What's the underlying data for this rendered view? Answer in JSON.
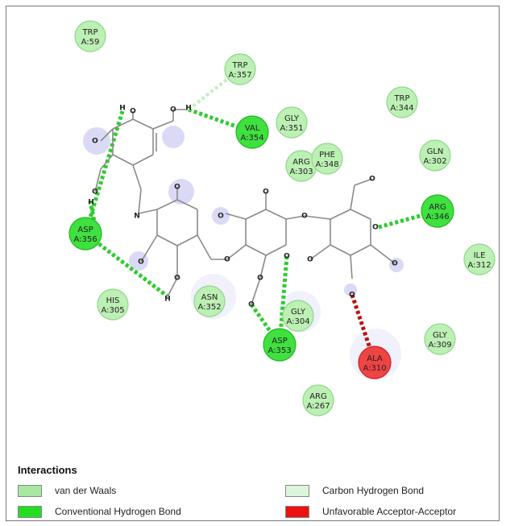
{
  "residues": [
    {
      "id": "trp59",
      "name": "TRP",
      "chain": "A:59",
      "type": "vdw"
    },
    {
      "id": "trp357",
      "name": "TRP",
      "chain": "A:357",
      "type": "vdw"
    },
    {
      "id": "trp344",
      "name": "TRP",
      "chain": "A:344",
      "type": "vdw"
    },
    {
      "id": "val354",
      "name": "VAL",
      "chain": "A:354",
      "type": "hbond"
    },
    {
      "id": "gly351",
      "name": "GLY",
      "chain": "A:351",
      "type": "vdw"
    },
    {
      "id": "arg303",
      "name": "ARG",
      "chain": "A:303",
      "type": "vdw"
    },
    {
      "id": "phe348",
      "name": "PHE",
      "chain": "A:348",
      "type": "vdw"
    },
    {
      "id": "gln302",
      "name": "GLN",
      "chain": "A:302",
      "type": "vdw"
    },
    {
      "id": "arg346",
      "name": "ARG",
      "chain": "A:346",
      "type": "hbond"
    },
    {
      "id": "ile312",
      "name": "ILE",
      "chain": "A:312",
      "type": "vdw"
    },
    {
      "id": "asp356",
      "name": "ASP",
      "chain": "A:356",
      "type": "hbond"
    },
    {
      "id": "his305",
      "name": "HIS",
      "chain": "A:305",
      "type": "vdw"
    },
    {
      "id": "asn352",
      "name": "ASN",
      "chain": "A:352",
      "type": "vdw"
    },
    {
      "id": "gly304",
      "name": "GLY",
      "chain": "A:304",
      "type": "vdw"
    },
    {
      "id": "asp353",
      "name": "ASP",
      "chain": "A:353",
      "type": "hbond"
    },
    {
      "id": "ala310",
      "name": "ALA",
      "chain": "A:310",
      "type": "unfav"
    },
    {
      "id": "gly309",
      "name": "GLY",
      "chain": "A:309",
      "type": "vdw"
    },
    {
      "id": "arg267",
      "name": "ARG",
      "chain": "A:267",
      "type": "vdw"
    }
  ],
  "atoms": {
    "h": "H",
    "o": "O",
    "n": "N"
  },
  "legend": {
    "title": "Interactions",
    "items": [
      {
        "label": "van der Waals",
        "color": "#a8e8a0"
      },
      {
        "label": "Carbon Hydrogen Bond",
        "color": "#ddf5da"
      },
      {
        "label": "Conventional Hydrogen Bond",
        "color": "#22dd22"
      },
      {
        "label": "Unfavorable Acceptor-Acceptor",
        "color": "#ee1111"
      }
    ]
  },
  "colors": {
    "vdw_fill": "#bdf0b4",
    "vdw_stroke": "#8fd88a",
    "hbond_fill": "#3fe03f",
    "hbond_stroke": "#22b822",
    "unfav_fill": "#ee4444",
    "unfav_stroke": "#cc2222",
    "ligand_carbon": "#8a8a8a",
    "ligand_oxygen": "#cc2222",
    "hbond_line": "#2ecc2e",
    "ch_line": "#c6eec2",
    "unfav_line": "#bb1111",
    "solvent_halo": "#d6d6f5"
  }
}
